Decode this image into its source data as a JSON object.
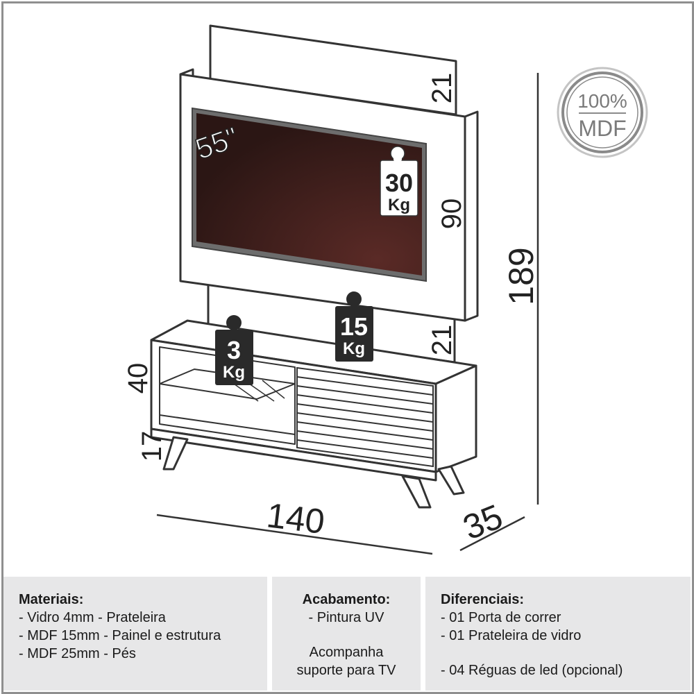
{
  "diagram": {
    "panel_top_height": "21",
    "panel_middle_height": "90",
    "panel_bottom_height": "21",
    "total_height": "189",
    "rack_height": "40",
    "leg_height": "17",
    "width": "140",
    "depth": "35",
    "tv_size": "55\"",
    "tv_weight_value": "30",
    "panel_weight_value": "15",
    "shelf_weight_value": "3",
    "weight_unit": "Kg",
    "badge_percent": "100%",
    "badge_material": "MDF",
    "colors": {
      "tv_screen": "#3d1f1c",
      "line": "#333333",
      "badge": "#8a8a8a"
    }
  },
  "info": {
    "materials": {
      "title": "Materiais:",
      "items": [
        "- Vidro 4mm - Prateleira",
        "- MDF 15mm - Painel e estrutura",
        "- MDF 25mm - Pés"
      ]
    },
    "finish": {
      "title": "Acabamento:",
      "item": "- Pintura UV",
      "note_line1": "Acompanha",
      "note_line2": "suporte para TV"
    },
    "features": {
      "title": "Diferenciais:",
      "items": [
        "- 01 Porta de correr",
        "- 01 Prateleira de vidro",
        "- 04 Réguas de led (opcional)"
      ]
    }
  }
}
